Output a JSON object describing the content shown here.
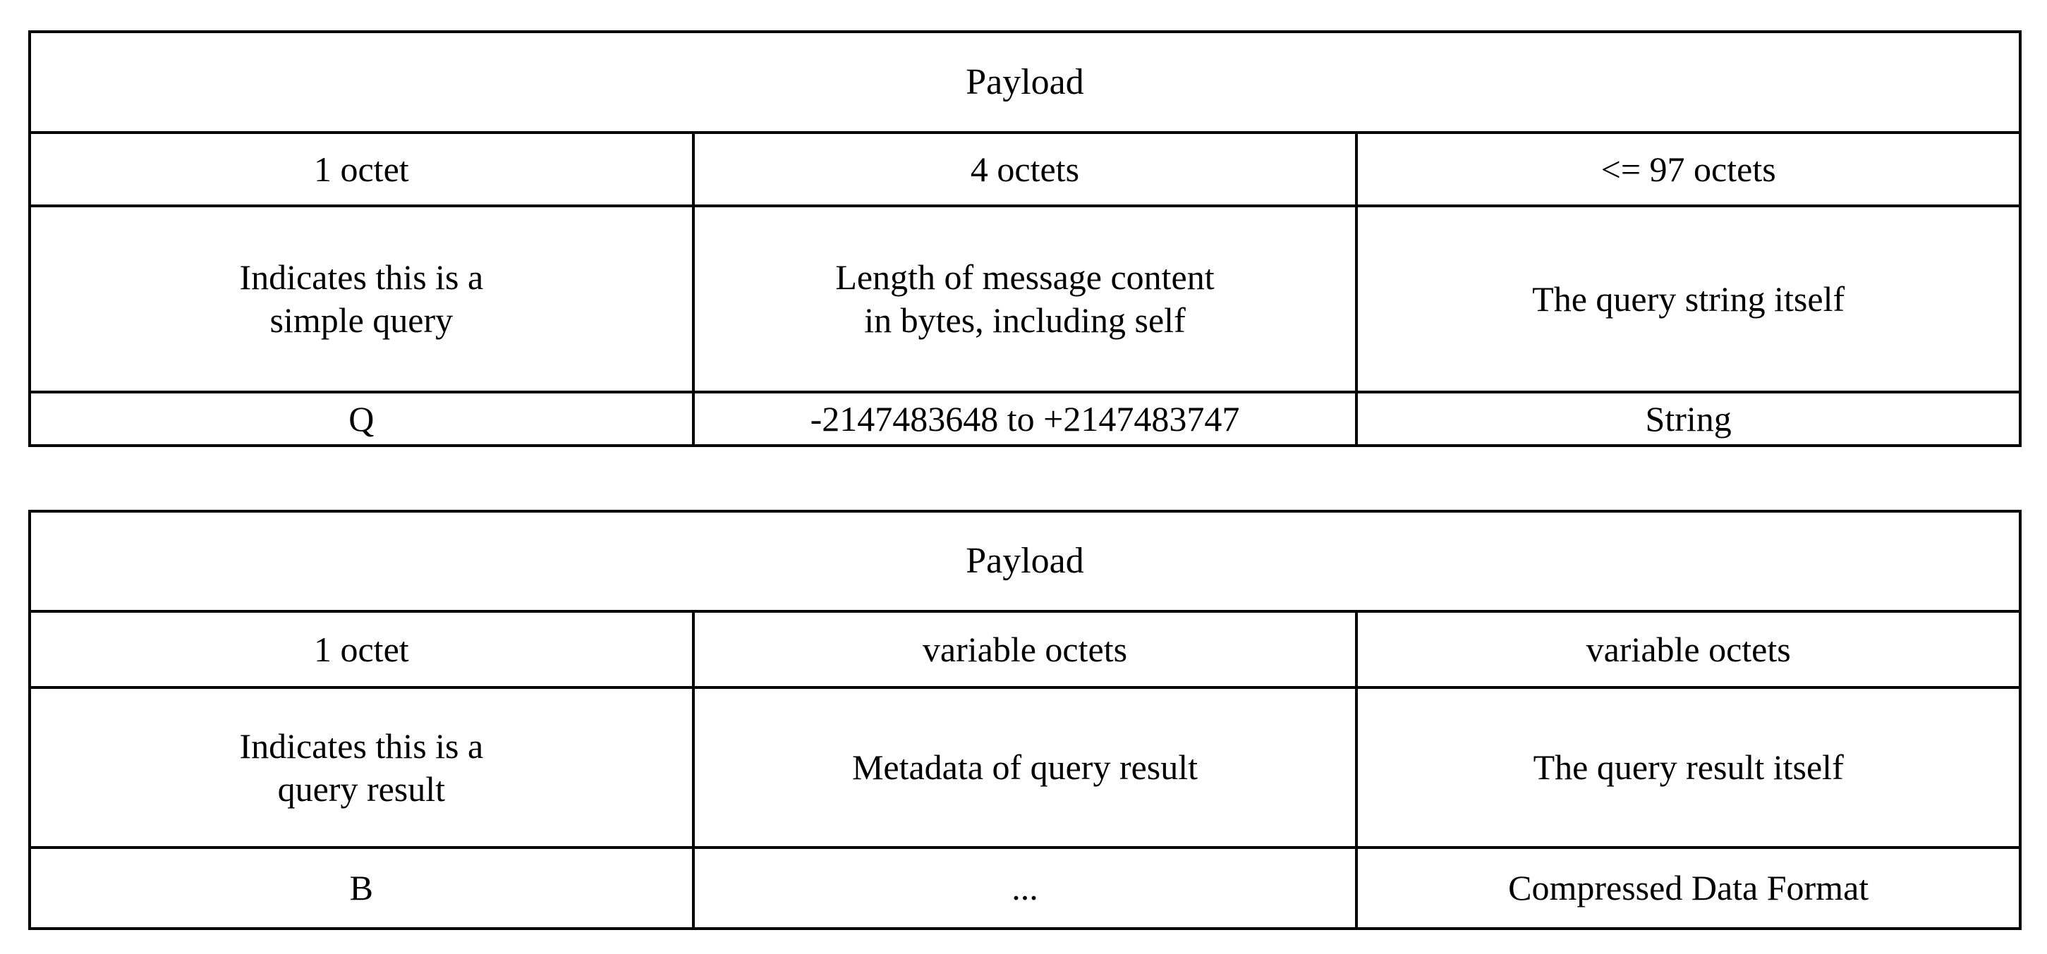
{
  "document": {
    "kind": "protocol-packet-layout-diagrams",
    "background_color": "#ffffff",
    "text_color": "#000000",
    "border_color": "#000000"
  },
  "tables": [
    {
      "id": "simple-query",
      "header": "Payload",
      "columns": [
        {
          "size": "1 octet",
          "description": "Indicates this is a\nsimple query",
          "value": "Q"
        },
        {
          "size": "4 octets",
          "description": "Length of message content\nin bytes, including self",
          "value": "-2147483648 to +2147483747"
        },
        {
          "size": "<= 97 octets",
          "description": "The query string itself",
          "value": "String"
        }
      ]
    },
    {
      "id": "query-result",
      "header": "Payload",
      "columns": [
        {
          "size": "1 octet",
          "description": "Indicates this is a\nquery result",
          "value": "B"
        },
        {
          "size": "variable octets",
          "description": "Metadata of query result",
          "value": "..."
        },
        {
          "size": "variable octets",
          "description": "The query result itself",
          "value": "Compressed Data Format"
        }
      ]
    }
  ]
}
